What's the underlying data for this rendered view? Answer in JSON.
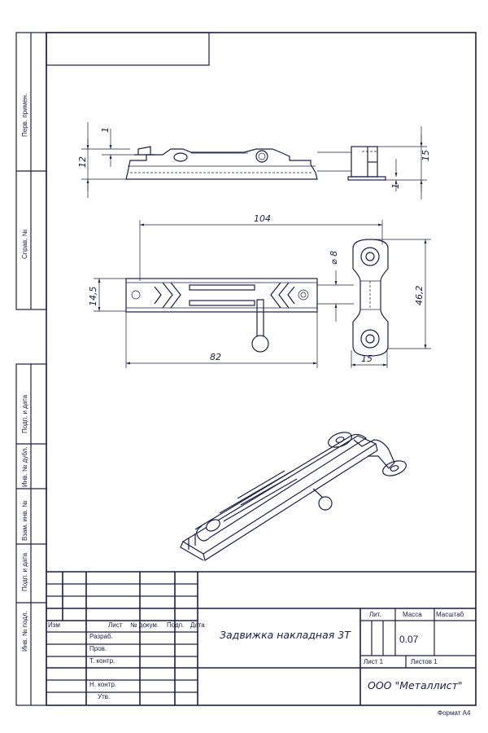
{
  "side_strip": {
    "perv_primen": "Перв. примен.",
    "sprav_no": "Справ. №",
    "podp_data_1": "Подп. и дата",
    "inv_dubl": "Инв. № дубл.",
    "vzam_inv": "Взам. инв. №",
    "podp_data_2": "Подп. и дата",
    "inv_podl": "Инв. № подл."
  },
  "dimensions": {
    "top_1a": "1",
    "top_12": "12",
    "top_15": "15",
    "top_1b": "1",
    "d104": "104",
    "d8": "⌀ 8",
    "d14_5": "14,5",
    "d46_2": "46,2",
    "d82": "82",
    "d15": "15"
  },
  "title_block": {
    "izm": "Изм",
    "list": "Лист",
    "n_dokum": "№ докум.",
    "podp": "Подп.",
    "data": "Дата",
    "razrab": "Разраб.",
    "prov": "Пров.",
    "t_kontr": "Т. контр.",
    "n_kontr": "Н. контр.",
    "utv": "Утв.",
    "title": "Задвижка накладная 3Т",
    "lit": "Лит.",
    "massa_label": "Масса",
    "masshtab_label": "Масштаб",
    "massa_value": "0.07",
    "sheet": "Лист 1",
    "sheets": "Листов 1",
    "company": "ООО \"Металлист\"",
    "format": "Формат А4"
  }
}
